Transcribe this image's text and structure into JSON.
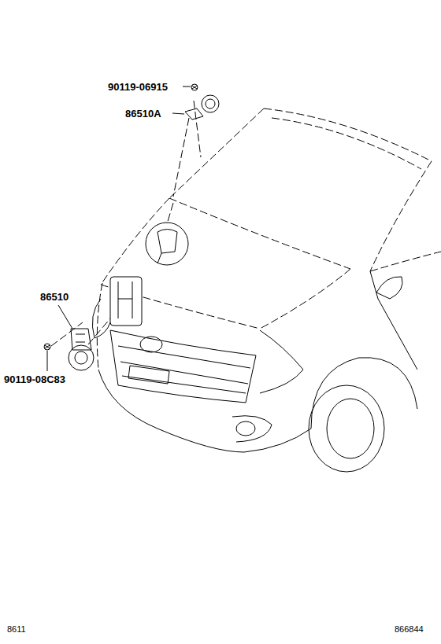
{
  "diagram": {
    "labels": [
      "90119-06915",
      "86510A",
      "86510",
      "90119-08C83",
      "8611",
      "866844"
    ]
  }
}
